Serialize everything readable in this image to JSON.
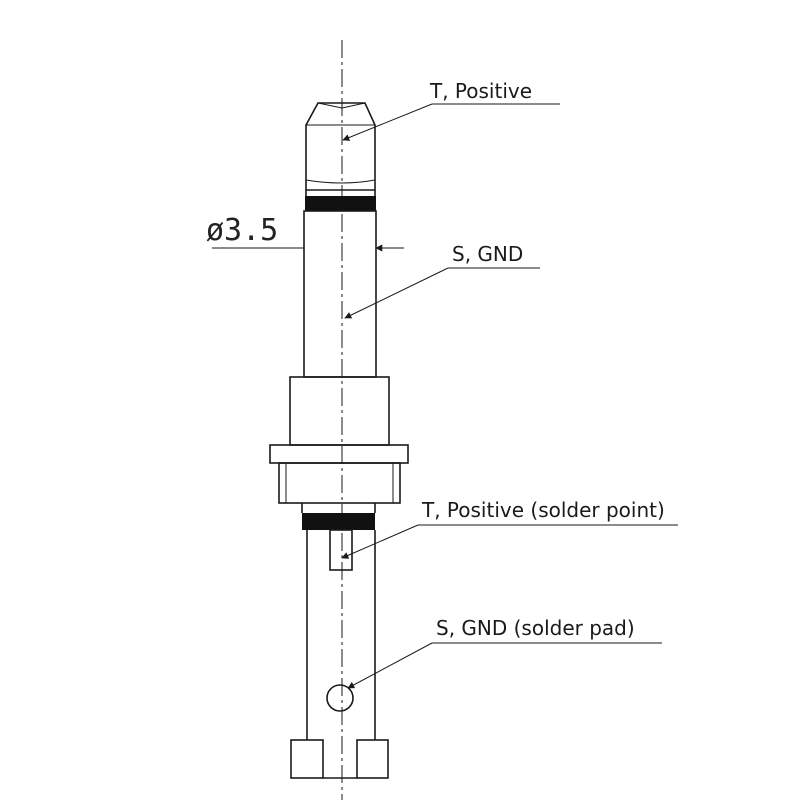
{
  "dimension": {
    "text": "ø3.5"
  },
  "labels": {
    "tip": "T, Positive",
    "sleeve": "S, GND",
    "tip_solder": "T, Positive (solder point)",
    "sleeve_solder": "S, GND (solder pad)"
  },
  "colors": {
    "ink": "#1a1a1a",
    "band": "#111111",
    "background": "#ffffff"
  }
}
